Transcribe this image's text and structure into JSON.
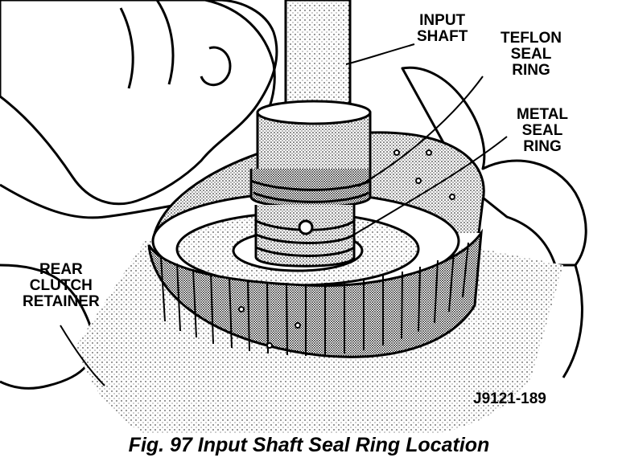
{
  "labels": {
    "input_shaft": [
      "INPUT",
      "SHAFT"
    ],
    "teflon_seal_ring": [
      "TEFLON",
      "SEAL",
      "RING"
    ],
    "metal_seal_ring": [
      "METAL",
      "SEAL",
      "RING"
    ],
    "rear_clutch_retainer": [
      "REAR",
      "CLUTCH",
      "RETAINER"
    ]
  },
  "figure_code": "J9121-189",
  "caption": "Fig. 97 Input Shaft Seal Ring Location"
}
